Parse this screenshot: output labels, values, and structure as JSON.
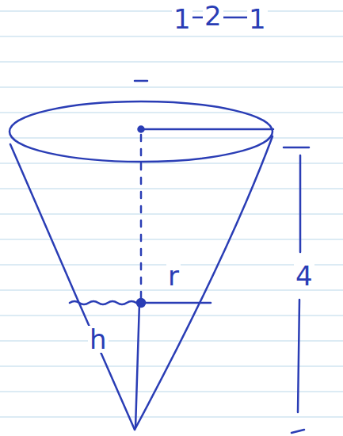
{
  "diagram": {
    "labels": [
      "1",
      "2",
      "1",
      "4",
      "r",
      "h"
    ]
  }
}
